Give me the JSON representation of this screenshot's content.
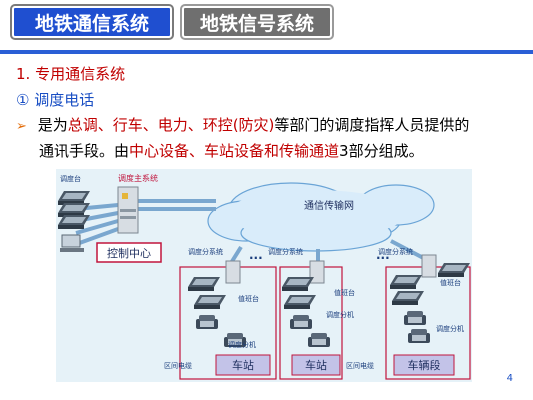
{
  "tabs": {
    "active": "地铁通信系统",
    "inactive": "地铁信号系统"
  },
  "content": {
    "heading1": "1. 专用通信系统",
    "heading2": "① 调度电话",
    "bullet_line1_prefix": "是为",
    "bullet_line1_red": "总调、行车、电力、环控(防灾)",
    "bullet_line1_suffix": "等部门的调度指挥人员提供的",
    "bullet_line2_prefix": "通讯手段。由",
    "bullet_line2_red": "中心设备、车站设备和传输通道",
    "bullet_line2_suffix": "3部分组成。"
  },
  "diagram": {
    "dispatch_desk": "调度台",
    "main_system": "调度主系统",
    "network": "通信传输网",
    "control_center": "控制中心",
    "sub_system_1": "调度分系统",
    "sub_system_2": "调度分系统",
    "sub_system_3": "调度分系统",
    "duty_desk_1": "值班台",
    "duty_desk_2": "值班台",
    "duty_desk_3": "值班台",
    "ext_1": "调度分机",
    "ext_2": "调度分机",
    "ext_3": "调度分机",
    "cable_1": "区间电缆",
    "cable_2": "区间电缆",
    "station_1": "车站",
    "station_2": "车站",
    "depot": "车辆段",
    "dots": "···"
  },
  "page_number": "4",
  "colors": {
    "tab_active": "#1f4fd0",
    "tab_inactive": "#6f6f6f",
    "accent_red": "#c00000",
    "accent_blue": "#1a4fc4",
    "diagram_bg": "#e6f2f8",
    "cloud": "#d9ecfa",
    "box_red": "#c0143c"
  }
}
